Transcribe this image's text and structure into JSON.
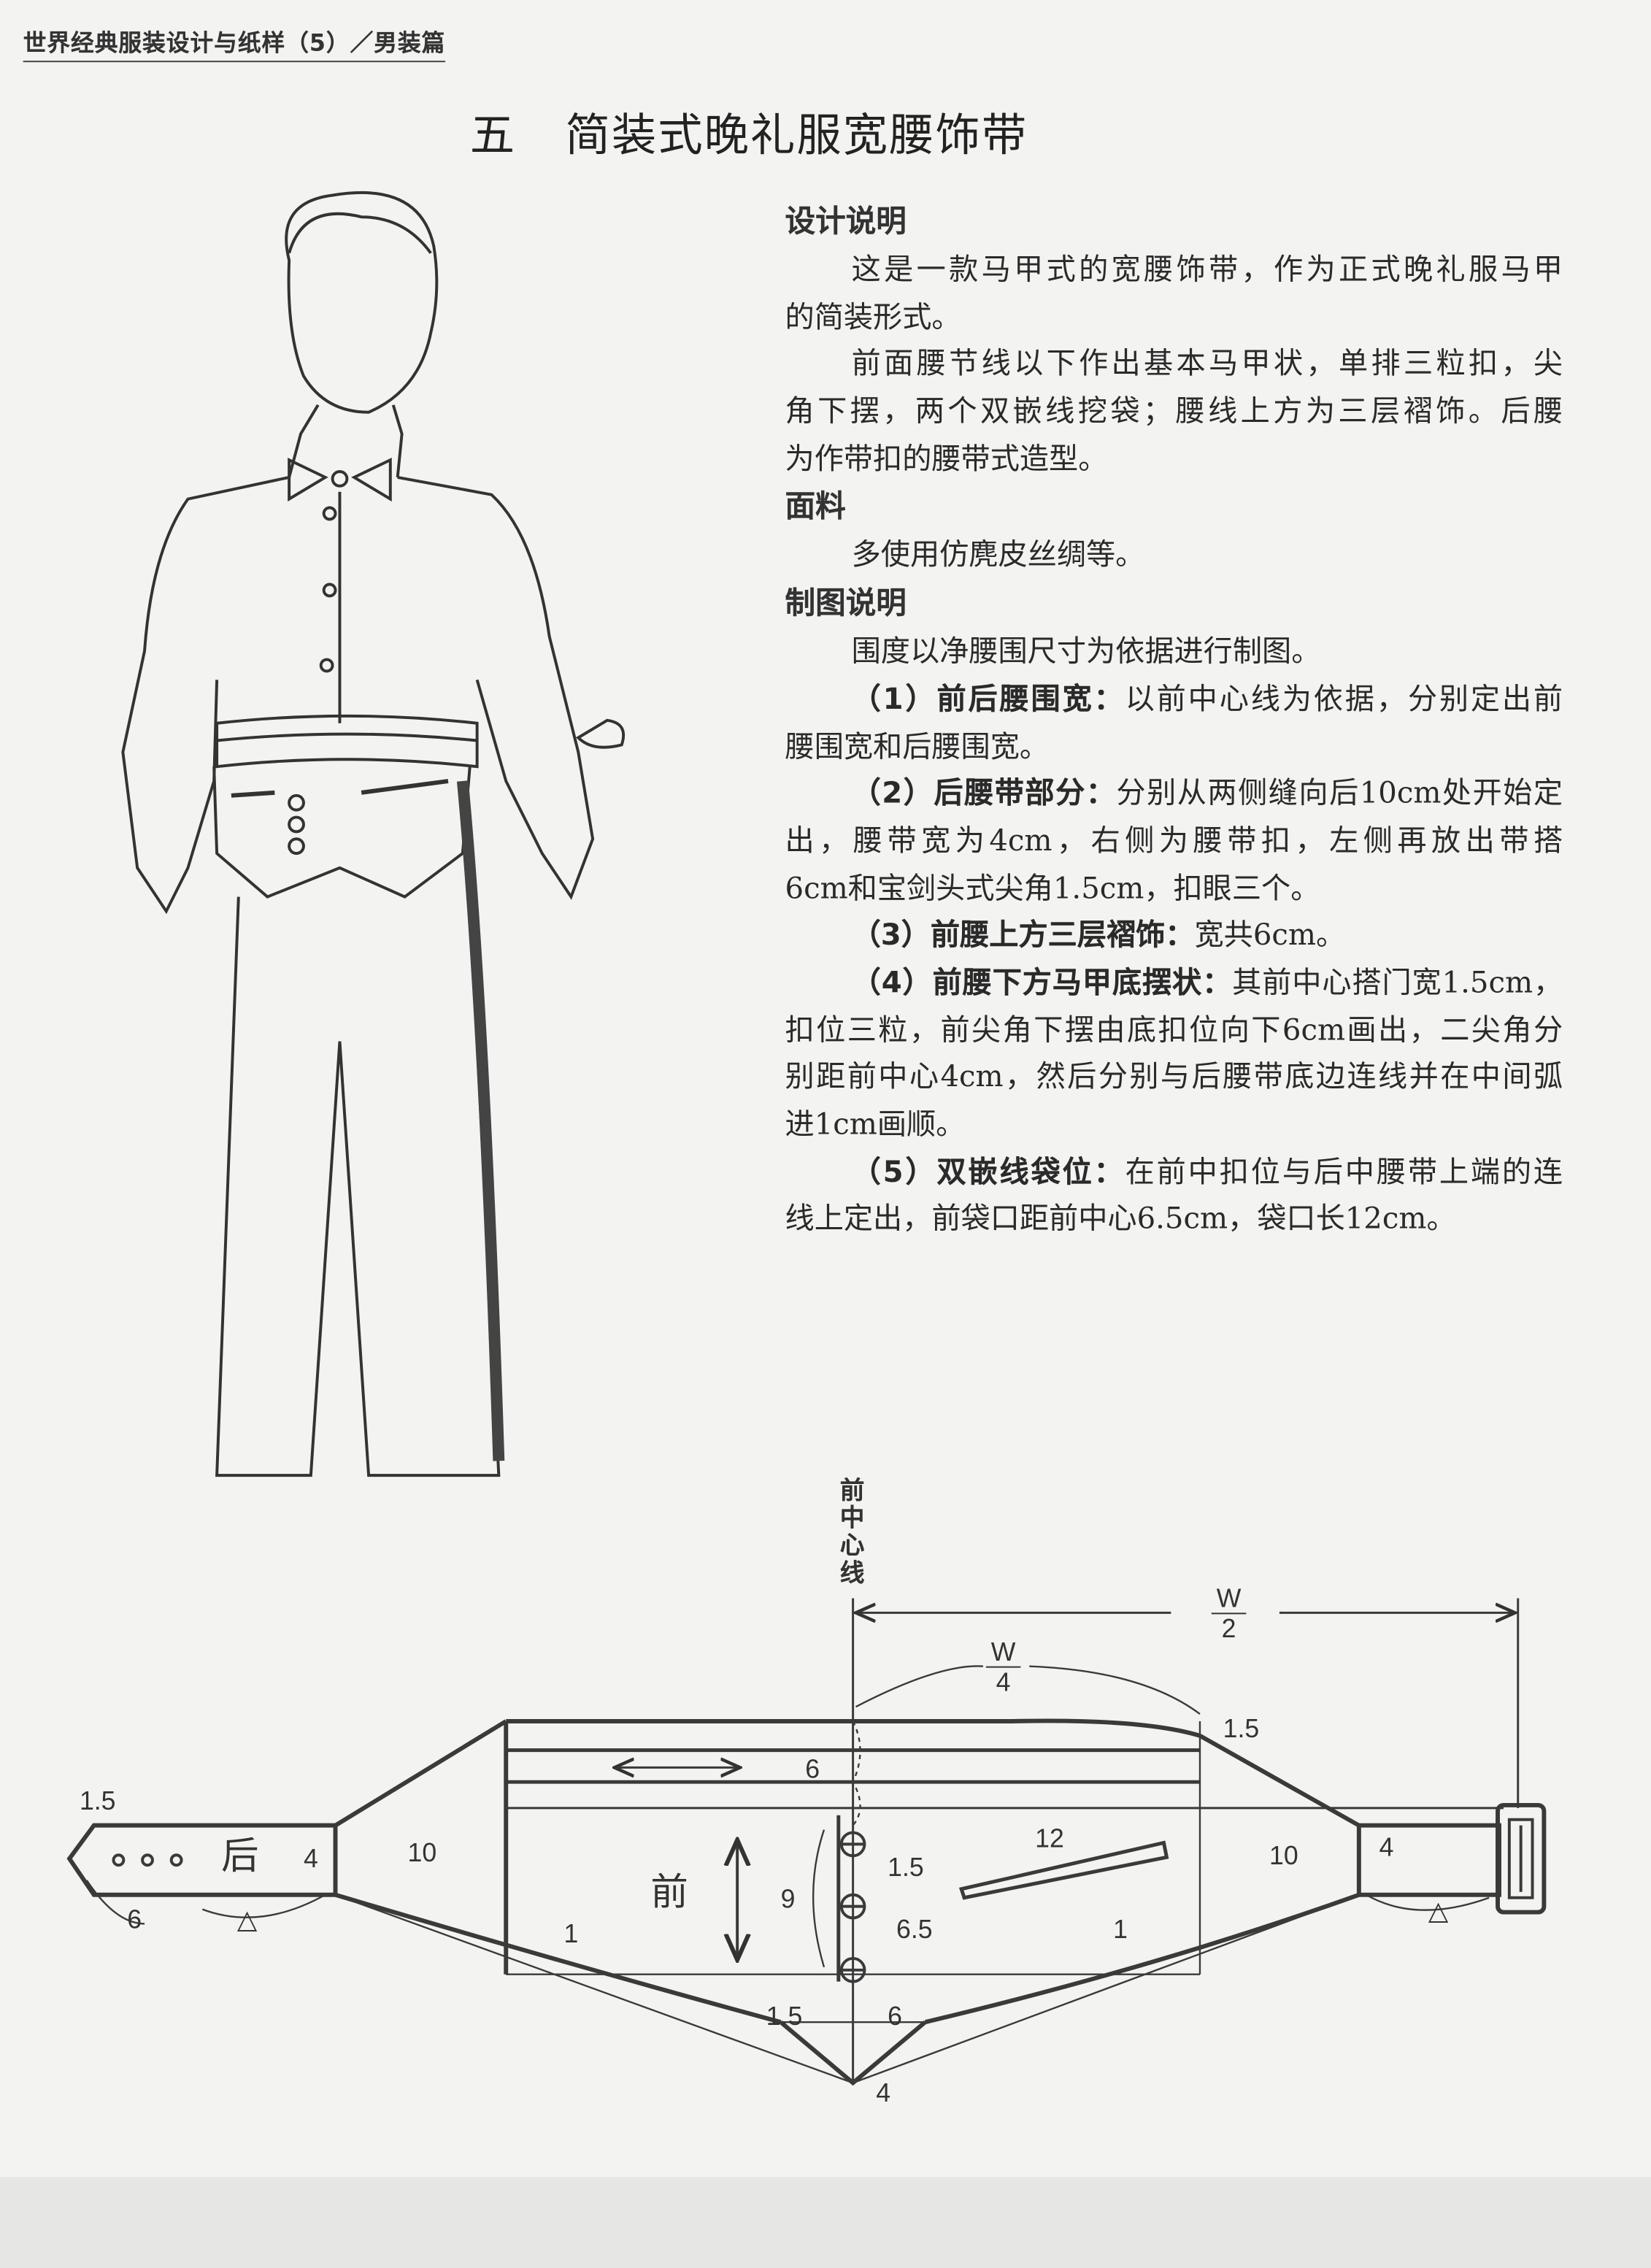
{
  "header": "世界经典服装设计与纸样（5）／男装篇",
  "title": {
    "number": "五",
    "text": "简装式晚礼服宽腰饰带"
  },
  "sections": {
    "design": {
      "heading": "设计说明",
      "lines": [
        {
          "t": "这是一款马甲式的宽腰饰带，作为正式晚礼服马甲"
        },
        {
          "t": "的简装形式。"
        },
        {
          "t": "前面腰节线以下作出基本马甲状，单排三粒扣，尖"
        },
        {
          "t": "角下摆，两个双嵌线挖袋；腰线上方为三层褶饰。后腰"
        },
        {
          "t": "为作带扣的腰带式造型。"
        }
      ]
    },
    "fabric": {
      "heading": "面料",
      "lines": [
        {
          "t": "多使用仿麂皮丝绸等。"
        }
      ]
    },
    "drafting": {
      "heading": "制图说明",
      "lines": [
        {
          "t": "围度以净腰围尺寸为依据进行制图。"
        },
        {
          "b": "（1）前后腰围宽：",
          "t": "以前中心线为依据，分别定出前"
        },
        {
          "t": "腰围宽和后腰围宽。"
        },
        {
          "b": "（2）后腰带部分：",
          "t": "分别从两侧缝向后10cm处开始定"
        },
        {
          "t": "出，腰带宽为4cm，右侧为腰带扣，左侧再放出带搭"
        },
        {
          "t": "6cm和宝剑头式尖角1.5cm，扣眼三个。"
        },
        {
          "b": "（3）前腰上方三层褶饰：",
          "t": "宽共6cm。"
        },
        {
          "b": "（4）前腰下方马甲底摆状：",
          "t": "其前中心搭门宽1.5cm，"
        },
        {
          "t": "扣位三粒，前尖角下摆由底扣位向下6cm画出，二尖角分"
        },
        {
          "t": "别距前中心4cm，然后分别与后腰带底边连线并在中间弧"
        },
        {
          "t": "进1cm画顺。"
        },
        {
          "b": "（5）双嵌线袋位：",
          "t": "在前中扣位与后中腰带上端的连"
        },
        {
          "t": "线上定出，前袋口距前中心6.5cm，袋口长12cm。"
        }
      ]
    }
  },
  "diagram": {
    "front_center_label": "前中心线",
    "w_half": {
      "num": "W",
      "den": "2"
    },
    "w_quarter": {
      "num": "W",
      "den": "4"
    },
    "labels": {
      "top_right_15": "1.5",
      "pleat_6": "6",
      "left_10": "10",
      "right_10": "10",
      "left_4": "4",
      "right_4": "4",
      "tip_15": "1.5",
      "tab_6": "6",
      "delta_left": "△",
      "delta_right": "△",
      "back": "后",
      "front": "前",
      "height_9": "9",
      "overlap_15": "1.5",
      "pocket_65": "6.5",
      "pocket_12": "12",
      "arc_left_1": "1",
      "arc_right_1": "1",
      "hem_15": "1.5",
      "hem_6": "6",
      "hem_4": "4"
    }
  },
  "colors": {
    "paper": "#f3f3f1",
    "ink": "#2a2a2a"
  }
}
